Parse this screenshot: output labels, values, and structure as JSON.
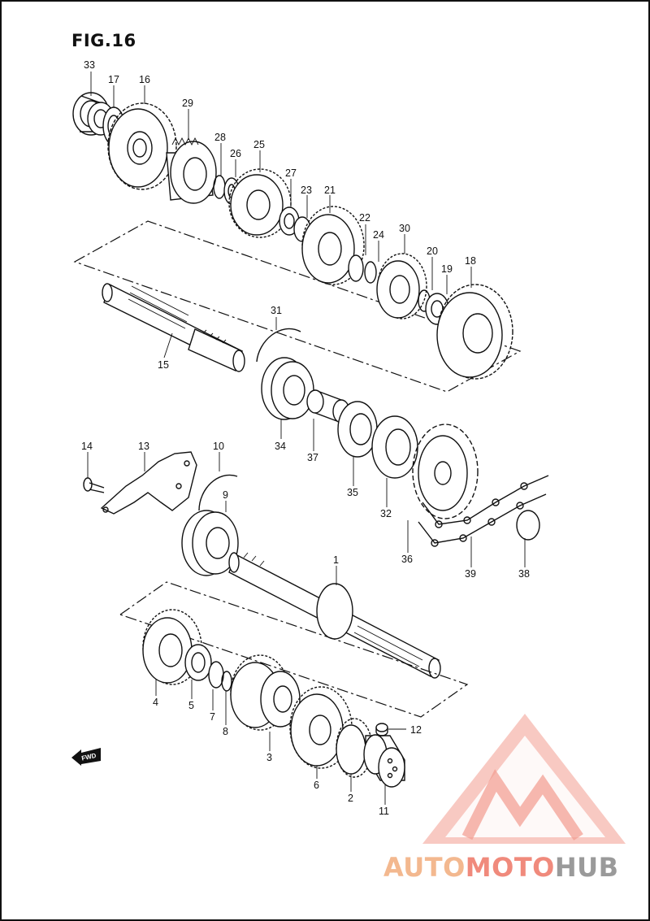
{
  "figure": {
    "title": "FIG.16"
  },
  "fwd_badge": {
    "label": "FWD",
    "icon": "forward-arrow-icon"
  },
  "watermark": {
    "part1": "AUTO",
    "part2": "MOTO",
    "part3": "HUB",
    "colors": {
      "part1": "#f3b88f",
      "part2": "#f08a7c",
      "part3": "#9a9a9a",
      "triangle": "#f08a7c"
    }
  },
  "parts": [
    {
      "id": "33",
      "label": "33"
    },
    {
      "id": "17",
      "label": "17"
    },
    {
      "id": "16",
      "label": "16"
    },
    {
      "id": "29",
      "label": "29"
    },
    {
      "id": "28",
      "label": "28"
    },
    {
      "id": "26",
      "label": "26"
    },
    {
      "id": "25",
      "label": "25"
    },
    {
      "id": "27",
      "label": "27"
    },
    {
      "id": "23",
      "label": "23"
    },
    {
      "id": "21",
      "label": "21"
    },
    {
      "id": "22",
      "label": "22"
    },
    {
      "id": "24",
      "label": "24"
    },
    {
      "id": "30",
      "label": "30"
    },
    {
      "id": "20",
      "label": "20"
    },
    {
      "id": "19",
      "label": "19"
    },
    {
      "id": "18",
      "label": "18"
    },
    {
      "id": "15",
      "label": "15"
    },
    {
      "id": "31",
      "label": "31"
    },
    {
      "id": "34",
      "label": "34"
    },
    {
      "id": "37",
      "label": "37"
    },
    {
      "id": "35",
      "label": "35"
    },
    {
      "id": "32",
      "label": "32"
    },
    {
      "id": "36",
      "label": "36"
    },
    {
      "id": "39",
      "label": "39"
    },
    {
      "id": "38",
      "label": "38"
    },
    {
      "id": "14",
      "label": "14"
    },
    {
      "id": "13",
      "label": "13"
    },
    {
      "id": "10",
      "label": "10"
    },
    {
      "id": "9",
      "label": "9"
    },
    {
      "id": "1",
      "label": "1"
    },
    {
      "id": "12",
      "label": "12"
    },
    {
      "id": "4",
      "label": "4"
    },
    {
      "id": "5",
      "label": "5"
    },
    {
      "id": "7",
      "label": "7"
    },
    {
      "id": "8",
      "label": "8"
    },
    {
      "id": "3",
      "label": "3"
    },
    {
      "id": "6",
      "label": "6"
    },
    {
      "id": "2",
      "label": "2"
    },
    {
      "id": "11",
      "label": "11"
    }
  ]
}
